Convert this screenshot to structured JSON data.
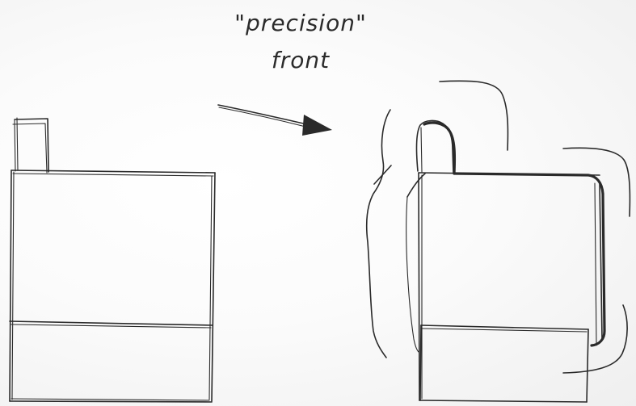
{
  "annotation": {
    "line1": "\"precision\"",
    "line2": "front"
  },
  "colors": {
    "ink": "#2a2a2a",
    "background": "#f7f7f7"
  },
  "shapes": {
    "left": "box with small tab and bottom band (plain sketch)",
    "right": "box with rounded tab and bottom band, with curved emphasis strokes",
    "arrow": "arrow pointing to right sketch"
  }
}
